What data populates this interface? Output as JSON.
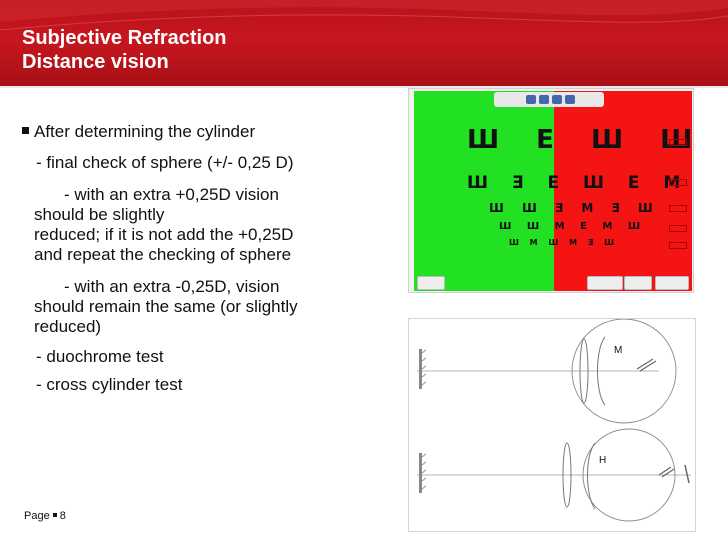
{
  "title": {
    "line1": "Subjective Refraction",
    "line2": "Distance vision"
  },
  "content": {
    "bullet": "After determining the cylinder",
    "lines": [
      "- final check of sphere (+/- 0,25 D)",
      "- with an extra +0,25D vision",
      "should be                slightly",
      "reduced; if it is not add the +0,25D",
      "and repeat the checking of sphere",
      "- with an extra -0,25D, vision",
      "should remain the same (or slightly",
      "reduced)",
      "- duochrome test",
      "- cross cylinder test"
    ]
  },
  "footer": {
    "page_label": "Page",
    "page_number": "8"
  },
  "figure_duochrome": {
    "rows": [
      "Ш E Ш Ш",
      "Ш Ǝ E Ш E M",
      "Ш Ш Ǝ M Ǝ Ш",
      "Ш Ш M E M Ш",
      "Ш M Ш M Ǝ Ш"
    ],
    "colors": {
      "green": "#22e022",
      "red": "#f51414"
    }
  },
  "figure_diagram": {
    "label_top": "M",
    "label_bottom": "H"
  },
  "colors": {
    "header_red": "#c8161f",
    "title_text": "#ffffff"
  }
}
